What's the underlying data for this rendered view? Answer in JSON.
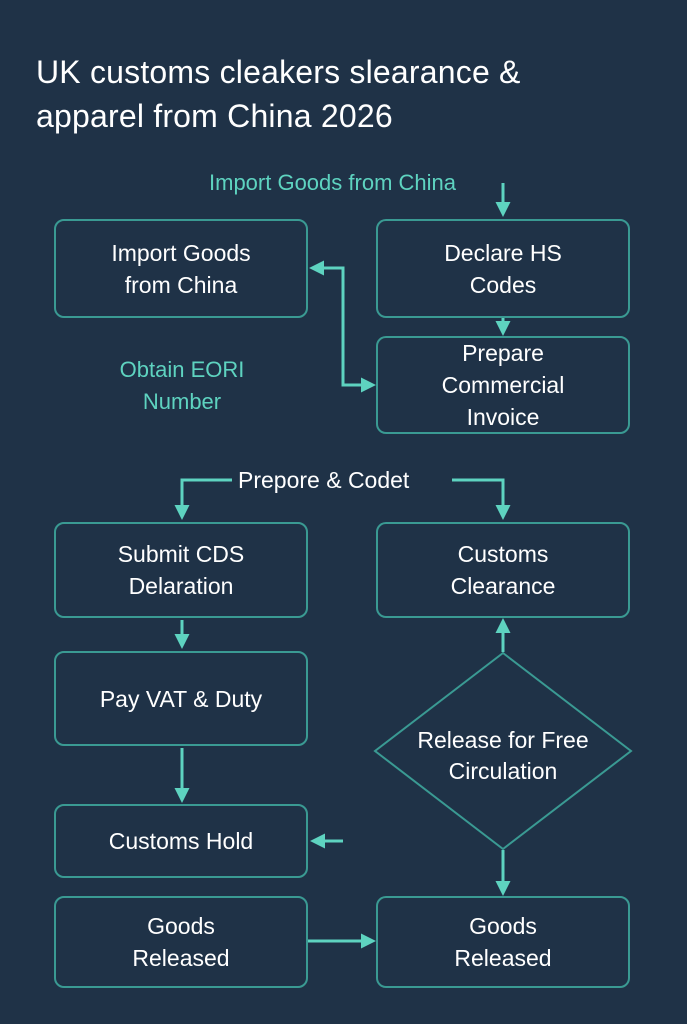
{
  "title": {
    "line1": "UK customs cleakers slearance &",
    "line2": "apparel from China 2026"
  },
  "labels": {
    "top_import": "Import Goods from China",
    "obtain_eori": "Obtain EORI\nNumber",
    "prepare_codet": "Prepore & Codet"
  },
  "nodes": {
    "import_goods": "Import Goods\nfrom China",
    "declare_hs": "Declare HS\nCodes",
    "prepare_invoice": "Prepare\nCommercial\nInvoice",
    "submit_cds": "Submit CDS\nDelaration",
    "customs_clearance": "Customs\nClearance",
    "pay_vat": "Pay VAT & Duty",
    "release_free": "Release for Free\nCirculation",
    "customs_hold": "Customs Hold",
    "goods_released_left": "Goods\nReleased",
    "goods_released_right": "Goods\nReleased"
  },
  "colors": {
    "background": "#1f3247",
    "accent": "#3a9a93",
    "label": "#5ed3c0",
    "text": "#ffffff"
  }
}
